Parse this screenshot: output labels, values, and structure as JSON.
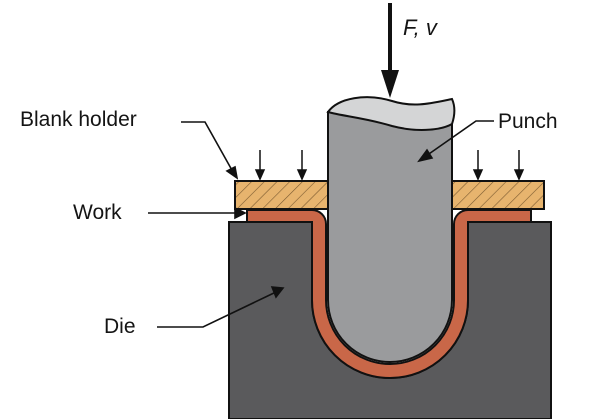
{
  "labels": {
    "force": "F, v",
    "blank_holder": "Blank holder",
    "punch": "Punch",
    "work": "Work",
    "die": "Die"
  },
  "colors": {
    "die": "#5a5a5c",
    "punch": "#9a9b9d",
    "punch_top": "#d4d5d6",
    "work": "#c96748",
    "blank_holder": "#e7b46e",
    "line": "#111111"
  }
}
